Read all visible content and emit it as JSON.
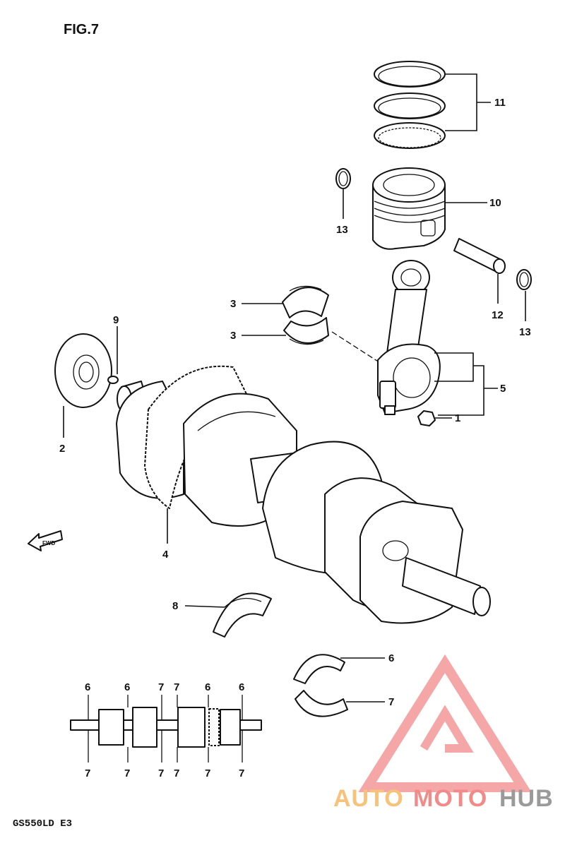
{
  "diagram": {
    "title": "FIG.7",
    "model": "GS550LD  E3",
    "fwd_label": "FWD",
    "callouts": [
      {
        "id": "c11",
        "label": "11"
      },
      {
        "id": "c10",
        "label": "10"
      },
      {
        "id": "c13a",
        "label": "13"
      },
      {
        "id": "c12",
        "label": "12"
      },
      {
        "id": "c13b",
        "label": "13"
      },
      {
        "id": "c3a",
        "label": "3"
      },
      {
        "id": "c3b",
        "label": "3"
      },
      {
        "id": "c5",
        "label": "5"
      },
      {
        "id": "c1",
        "label": "1"
      },
      {
        "id": "c2",
        "label": "2"
      },
      {
        "id": "c9",
        "label": "9"
      },
      {
        "id": "c4",
        "label": "4"
      },
      {
        "id": "c8",
        "label": "8"
      },
      {
        "id": "c6",
        "label": "6"
      },
      {
        "id": "c7",
        "label": "7"
      }
    ],
    "bearing_top_labels": [
      "6",
      "6",
      "7",
      "7",
      "6",
      "6"
    ],
    "bearing_bottom_labels": [
      "7",
      "7",
      "7",
      "7",
      "7",
      "7"
    ]
  },
  "watermark": {
    "part1": "AUTO",
    "part2": "MOTO",
    "part3": "HUB",
    "colors": {
      "auto": "#f7c27a",
      "moto": "#f28a8a",
      "hub": "#9a9a9a",
      "logo": "#f28a8a"
    }
  }
}
